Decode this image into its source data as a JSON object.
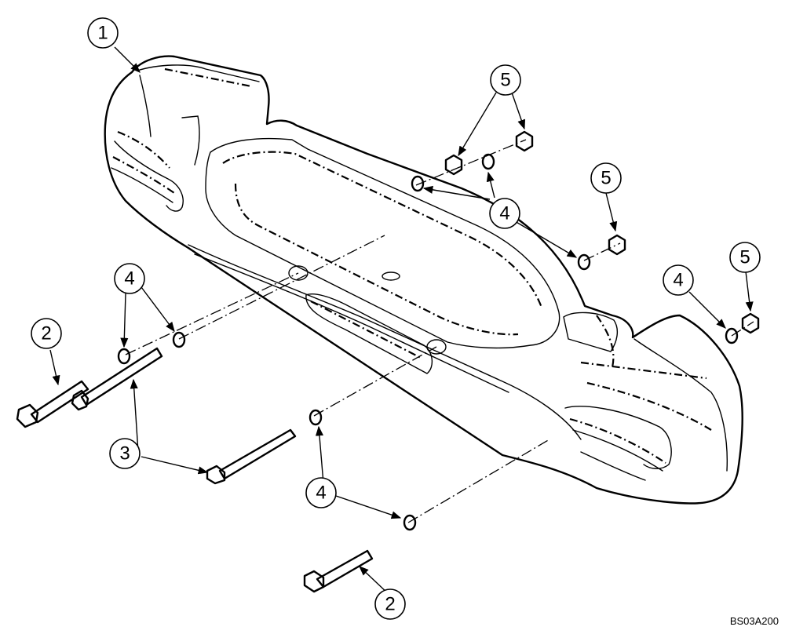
{
  "figure_code": "BS03A200",
  "callouts": [
    {
      "id": "c1",
      "label": "1"
    },
    {
      "id": "c2a",
      "label": "2"
    },
    {
      "id": "c2b",
      "label": "2"
    },
    {
      "id": "c3",
      "label": "3"
    },
    {
      "id": "c4a",
      "label": "4"
    },
    {
      "id": "c4b",
      "label": "4"
    },
    {
      "id": "c4c",
      "label": "4"
    },
    {
      "id": "c4d",
      "label": "4"
    },
    {
      "id": "c5a",
      "label": "5"
    },
    {
      "id": "c5b",
      "label": "5"
    },
    {
      "id": "c5c",
      "label": "5"
    }
  ]
}
